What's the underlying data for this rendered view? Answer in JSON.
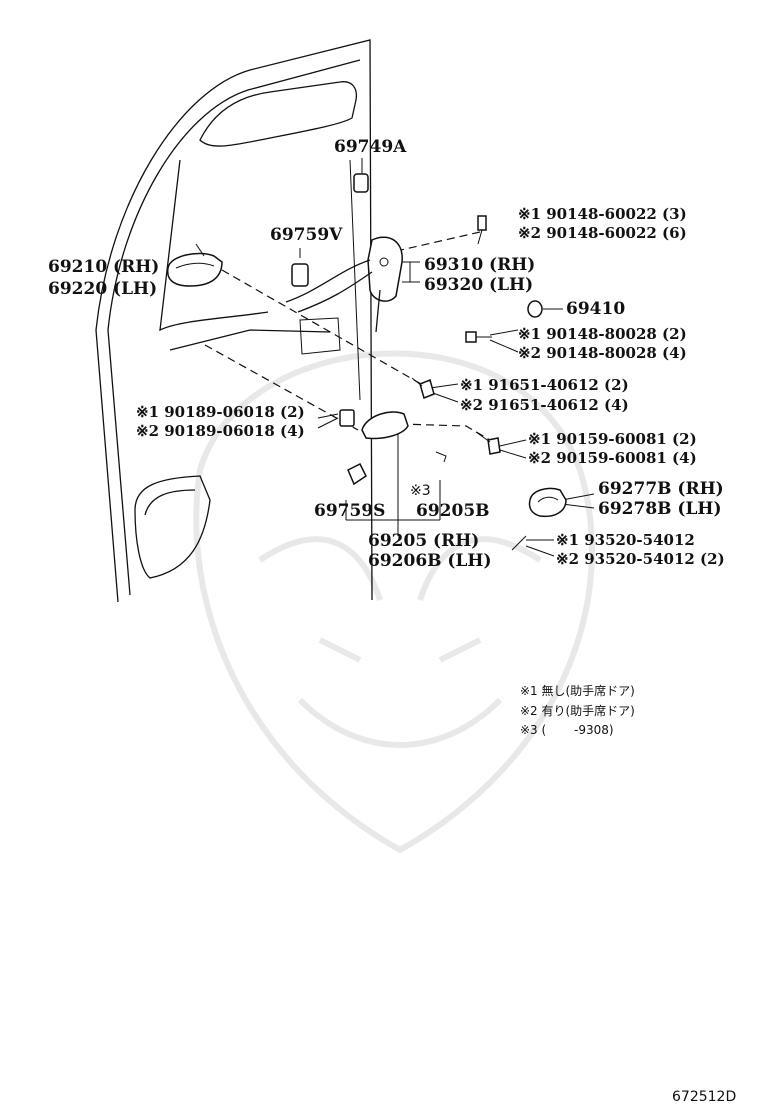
{
  "diagram_code": "672512D",
  "parts": {
    "p69749A": "69749A",
    "p69759V": "69759V",
    "p69210": "69210 (RH)",
    "p69220": "69220 (LH)",
    "p69310": "69310 (RH)",
    "p69320": "69320 (LH)",
    "p69410": "69410",
    "p69759S": "69759S",
    "p69205B": "69205B",
    "p69205": "69205 (RH)",
    "p69206B": "69206B (LH)",
    "p69277B": "69277B (RH)",
    "p69278B": "69278B (LH)",
    "mark3": "※3"
  },
  "bolts": {
    "b1_1": "※1 90148-60022 (3)",
    "b1_2": "※2 90148-60022 (6)",
    "b2_1": "※1 90148-80028 (2)",
    "b2_2": "※2 90148-80028 (4)",
    "b3_1": "※1 91651-40612 (2)",
    "b3_2": "※2 91651-40612 (4)",
    "b4_1": "※1 90189-06018 (2)",
    "b4_2": "※2 90189-06018 (4)",
    "b5_1": "※1 90159-60081 (2)",
    "b5_2": "※2 90159-60081 (4)",
    "b6_1": "※1 93520-54012",
    "b6_2": "※2 93520-54012 (2)"
  },
  "notes": [
    "※1 無し(助手席ドア)",
    "※2 有り(助手席ドア)",
    "※3 (　　 -9308)"
  ]
}
